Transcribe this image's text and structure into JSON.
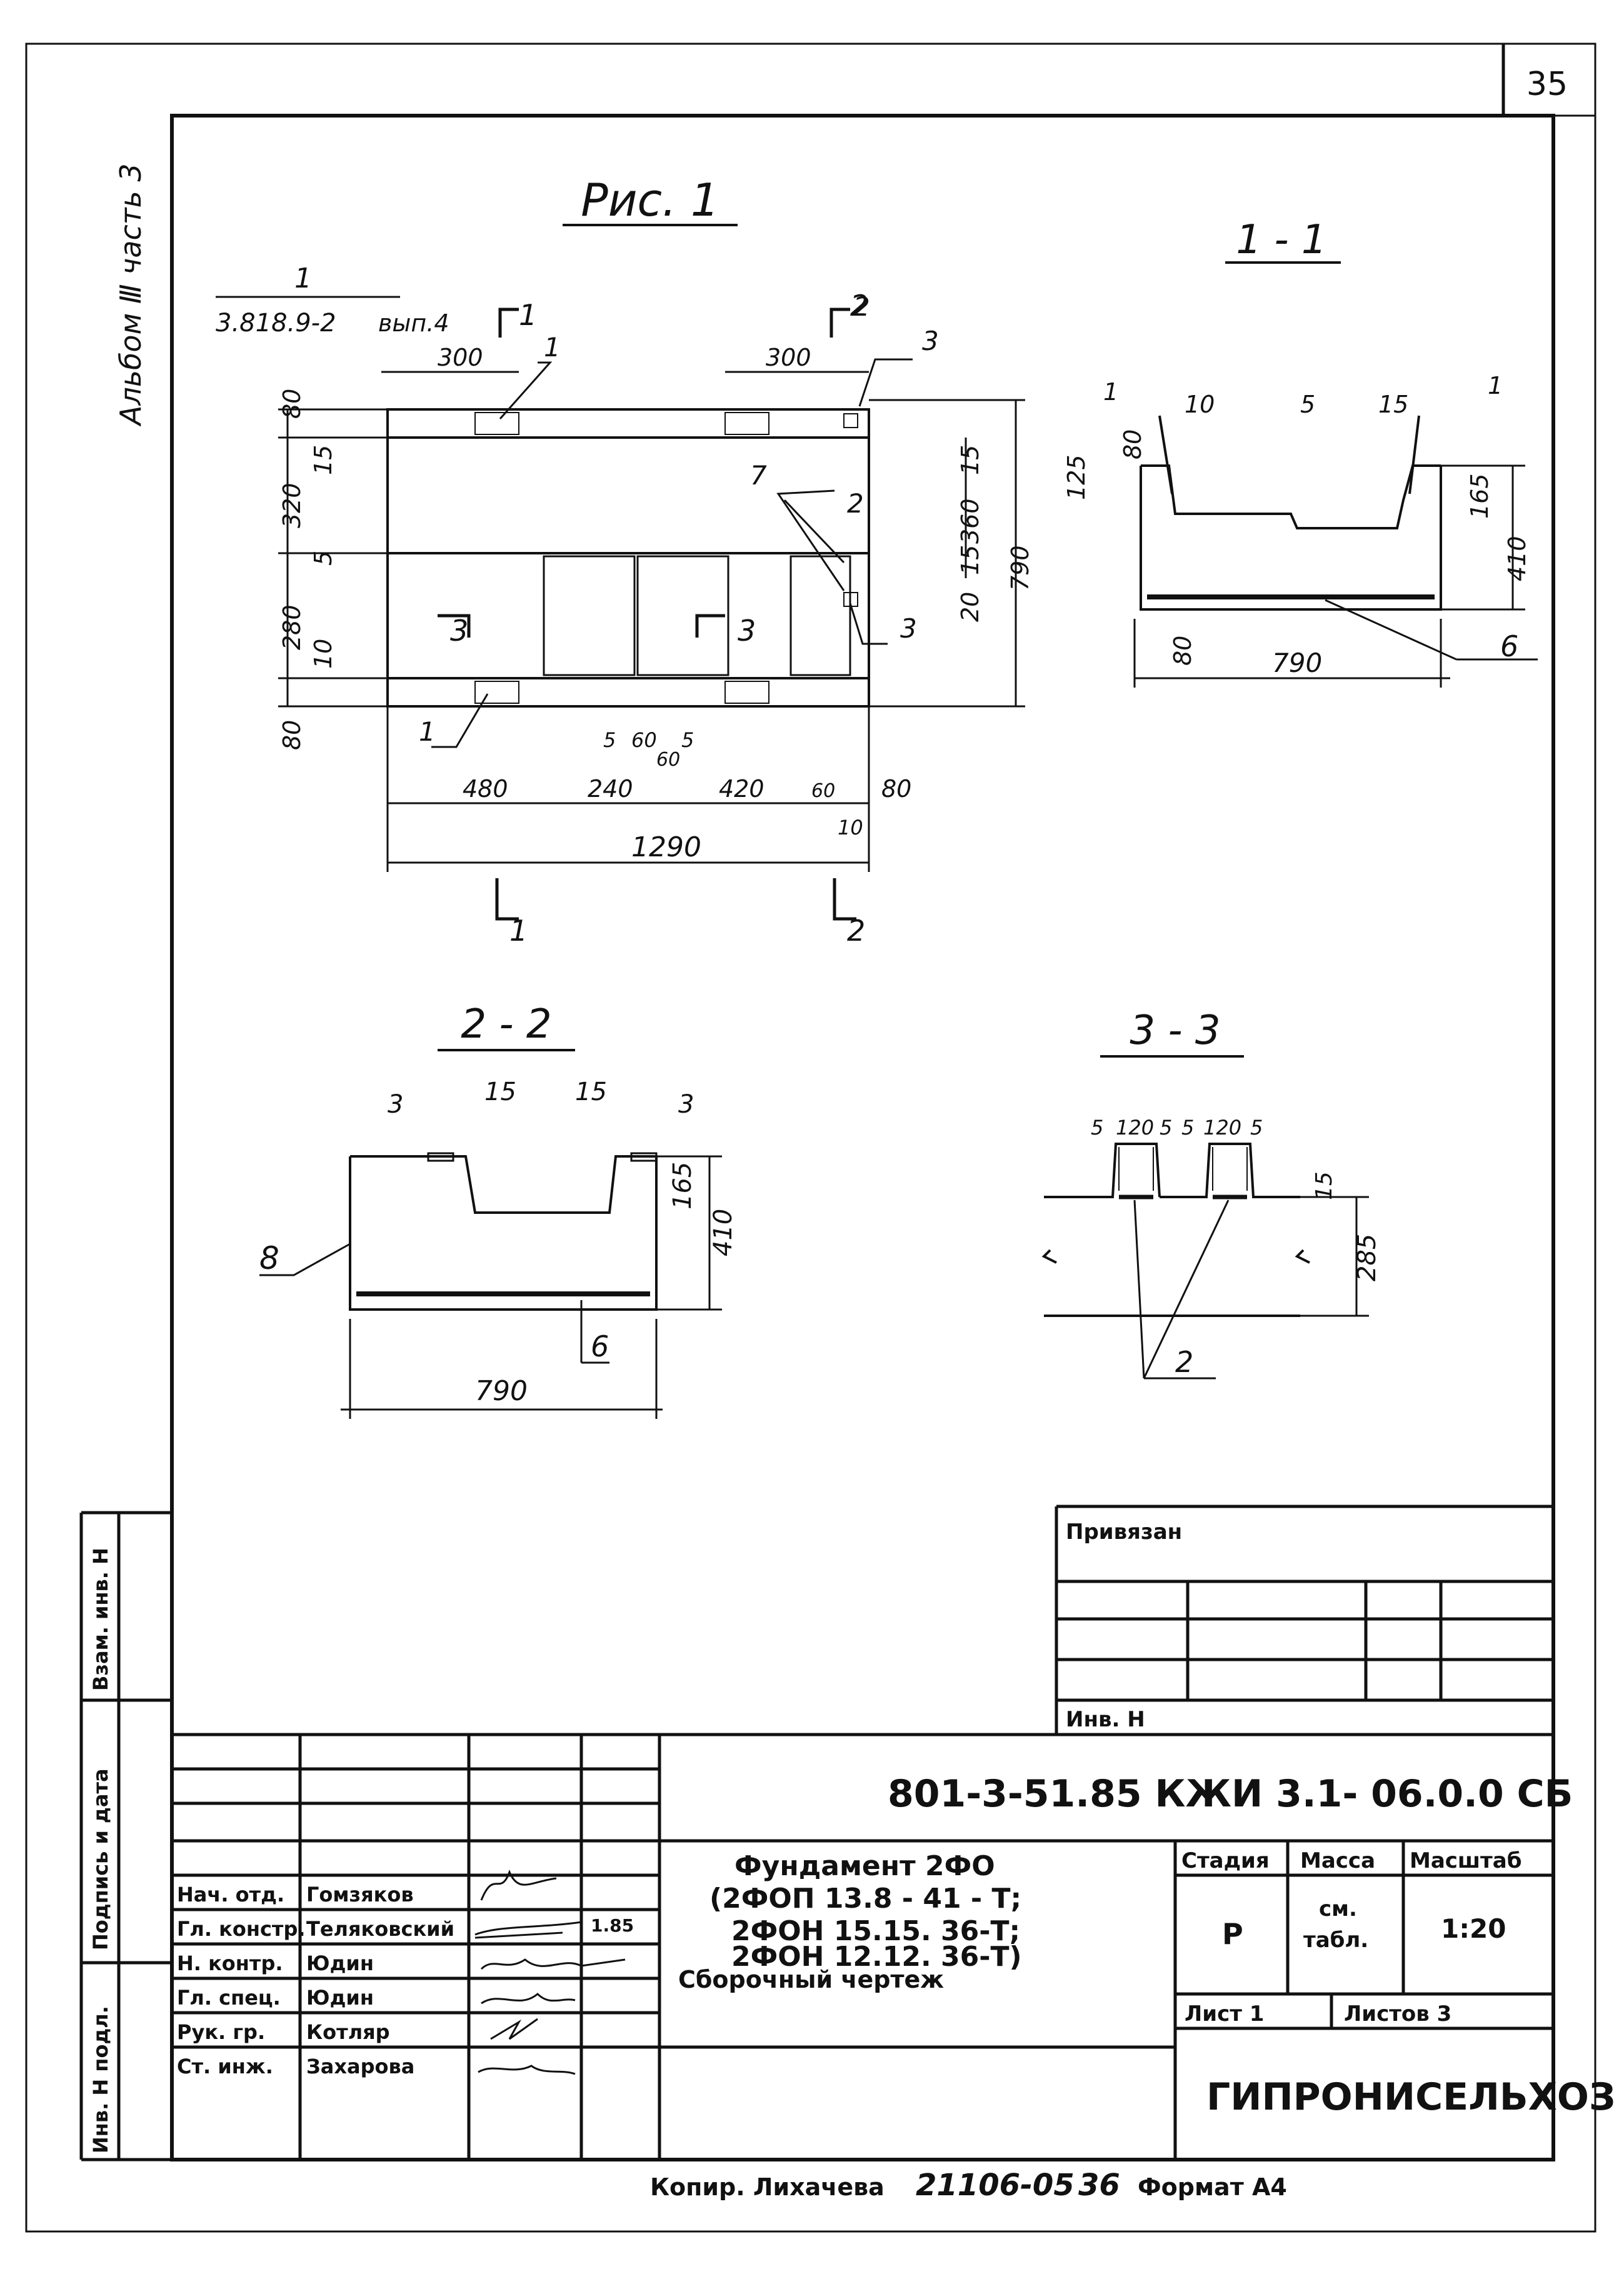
{
  "page_number": "35",
  "side_label": "Альбом Ⅲ часть 3",
  "figure_title": "Рис. 1",
  "ref_top": "1",
  "ref_bottom": "3.818.9-2",
  "ref_issue": "вып.4",
  "section_1": "1 - 1",
  "section_2": "2 - 2",
  "section_3": "3 - 3",
  "plan": {
    "dims": [
      "300",
      "300",
      "80",
      "15",
      "320",
      "5",
      "280",
      "10",
      "80",
      "480",
      "240",
      "420",
      "60",
      "80",
      "1290",
      "5",
      "60",
      "5",
      "60",
      "10",
      "360",
      "15",
      "20",
      "15",
      "790"
    ],
    "marks": [
      "1",
      "2",
      "3",
      "7",
      "2",
      "3",
      "1"
    ],
    "cut_marks": [
      "3",
      "3",
      "1",
      "2",
      "1",
      "2"
    ]
  },
  "sec11": {
    "labels": [
      "1",
      "10",
      "5",
      "15",
      "1",
      "80",
      "125",
      "165",
      "410",
      "80",
      "790",
      "6"
    ]
  },
  "sec22": {
    "labels": [
      "3",
      "15",
      "15",
      "3",
      "165",
      "410",
      "8",
      "6",
      "790"
    ]
  },
  "sec33": {
    "labels": [
      "5",
      "120",
      "5",
      "5",
      "120",
      "5",
      "15",
      "285",
      "2"
    ]
  },
  "title_block": {
    "privyazan": "Привязан",
    "inv_n_small": "Инв. Н",
    "side_vzam": "Взам. инв. Н",
    "side_podpis": "Подпись и дата",
    "side_inv_podl": "Инв. Н подл.",
    "designation": "801-3-51.85 КЖИ 3.1- 06.0.0 СБ",
    "name_lines": [
      "Фундамент 2ФО",
      "(2ФОП 13.8 - 41 - Т;",
      "2ФОН 15.15. 36-Т;",
      "2ФОН 12.12. 36-Т)",
      "Сборочный чертеж"
    ],
    "stage_h": "Стадия",
    "mass_h": "Масса",
    "scale_h": "Масштаб",
    "stage_v": "Р",
    "mass_v1": "см.",
    "mass_v2": "табл.",
    "scale_v": "1:20",
    "sheet_label": "Лист 1",
    "sheets_label": "Листов 3",
    "org": "ГИПРОНИСЕЛЬХОЗ",
    "roles": [
      "Нач. отд.",
      "Гл. констр.",
      "Н. контр.",
      "Гл. спец.",
      "Рук. гр.",
      "Ст. инж."
    ],
    "names": [
      "Гомзяков",
      "Теляковский",
      "Юдин",
      "Юдин",
      "Котляр",
      "Захарова"
    ],
    "date_note": "1.85"
  },
  "footer": {
    "copy": "Копир. Лихачева",
    "order": "21106-05",
    "num": "36",
    "format": "Формат А4"
  }
}
